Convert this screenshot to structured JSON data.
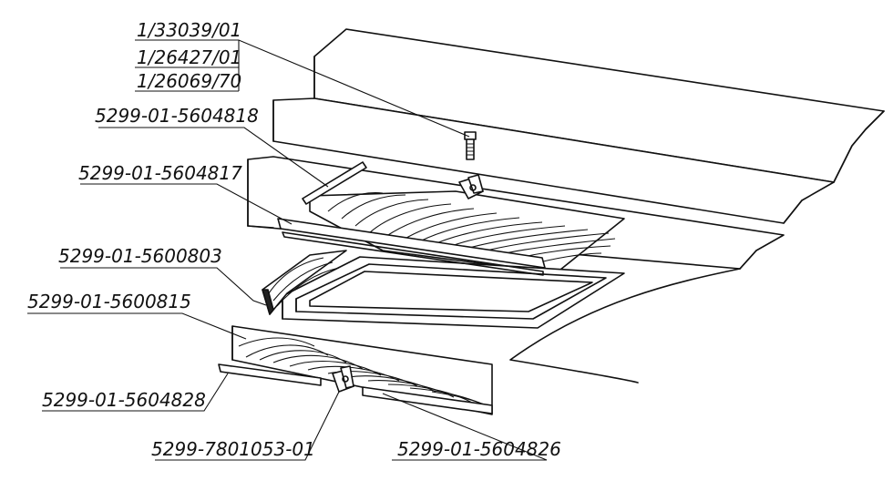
{
  "labels": {
    "l1": "1/33039/01",
    "l2": "1/26427/01",
    "l3": "1/26069/70",
    "l4": "5299-01-5604818",
    "l5": "5299-01-5604817",
    "l6": "5299-01-5600803",
    "l7": "5299-01-5600815",
    "l8": "5299-01-5604828",
    "l9": "5299-7801053-01",
    "l10": "5299-01-5604826"
  }
}
